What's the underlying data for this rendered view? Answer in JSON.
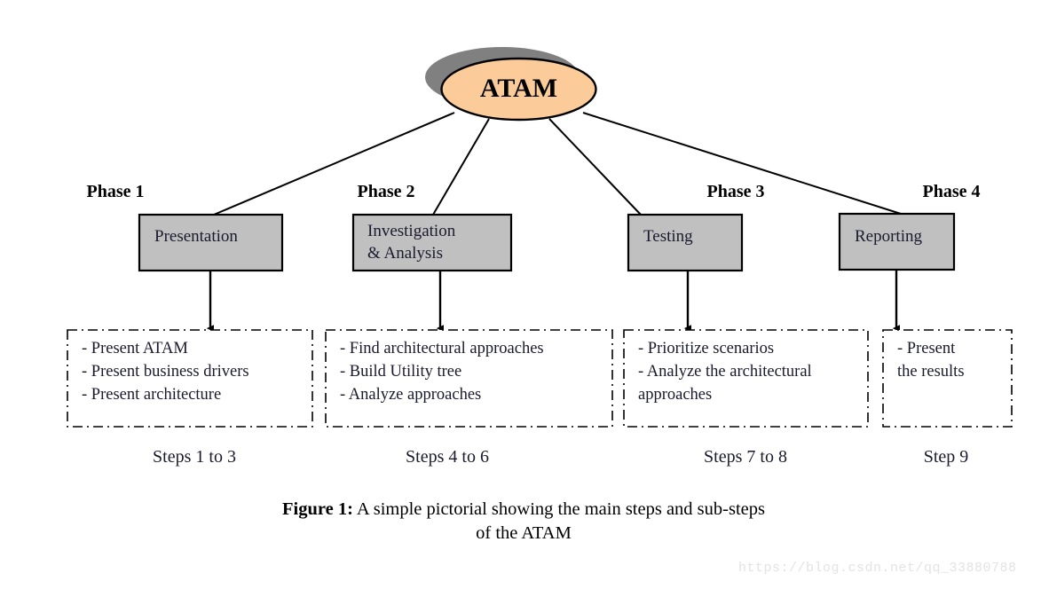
{
  "figure": {
    "root_node": {
      "label": "ATAM",
      "fill": "#FBCC9A",
      "shadow_fill": "#808080",
      "stroke": "#000000"
    },
    "phase_box_fill": "#C0C0C0",
    "phase_box_stroke": "#000000",
    "step_box_stroke": "#000000",
    "columns": [
      {
        "phase_title": "Phase 1",
        "box_lines": [
          "Presentation"
        ],
        "step_lines": [
          "- Present ATAM",
          "- Present business drivers",
          "- Present architecture"
        ],
        "steps_caption": "Steps 1 to 3"
      },
      {
        "phase_title": "Phase 2",
        "box_lines": [
          "Investigation",
          "& Analysis"
        ],
        "step_lines": [
          "- Find architectural approaches",
          "- Build Utility tree",
          "- Analyze approaches"
        ],
        "steps_caption": "Steps 4 to 6"
      },
      {
        "phase_title": "Phase 3",
        "box_lines": [
          "Testing"
        ],
        "step_lines": [
          "- Prioritize scenarios",
          "- Analyze the architectural",
          "approaches"
        ],
        "steps_caption": "Steps 7 to 8"
      },
      {
        "phase_title": "Phase 4",
        "box_lines": [
          "Reporting"
        ],
        "step_lines": [
          "- Present",
          "the results"
        ],
        "steps_caption": "Step 9"
      }
    ],
    "caption": {
      "lead": "Figure 1:",
      "line1": " A simple pictorial showing the main steps and sub-steps",
      "line2": "of the ATAM"
    },
    "watermark": "https://blog.csdn.net/qq_33880788"
  }
}
